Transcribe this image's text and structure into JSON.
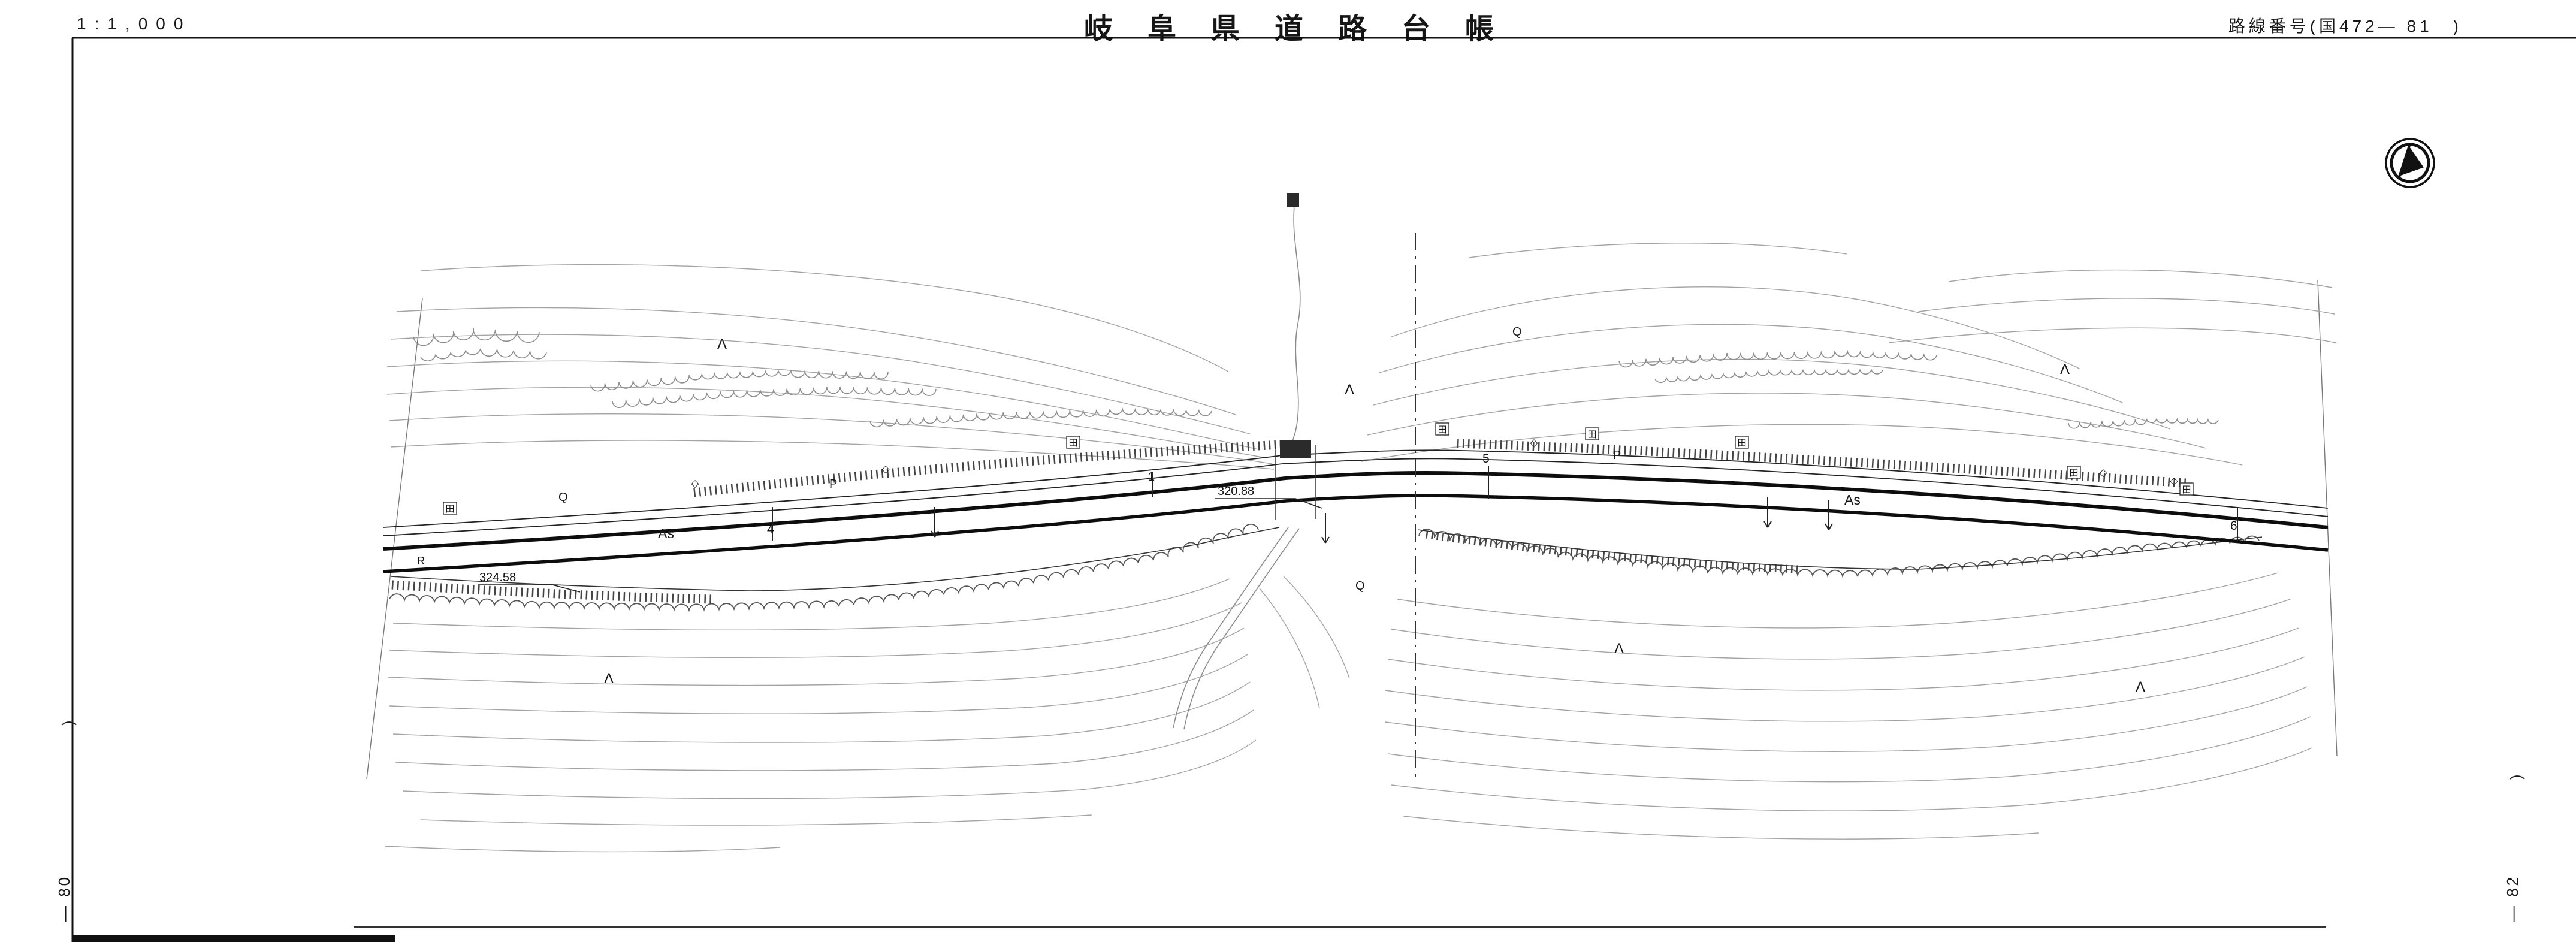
{
  "header": {
    "scale": "1:1,000",
    "title": "岐阜県道路台帳",
    "route_label": "路線番号(国472— 81　)"
  },
  "margins": {
    "left_paren": "）",
    "left_number": "— 80",
    "right_paren": "）",
    "right_number": "— 82"
  },
  "map": {
    "elevation_center": "320.88",
    "elevation_left": "324.58",
    "pavement_label": "As",
    "p_label": "P",
    "q_label": "Q",
    "r_label": "R",
    "station_1": "1",
    "station_4": "4",
    "station_5": "5",
    "station_6": "6",
    "rice_field_symbol": "田",
    "tree_symbol": "Λ",
    "diamond_symbol": "◇"
  }
}
